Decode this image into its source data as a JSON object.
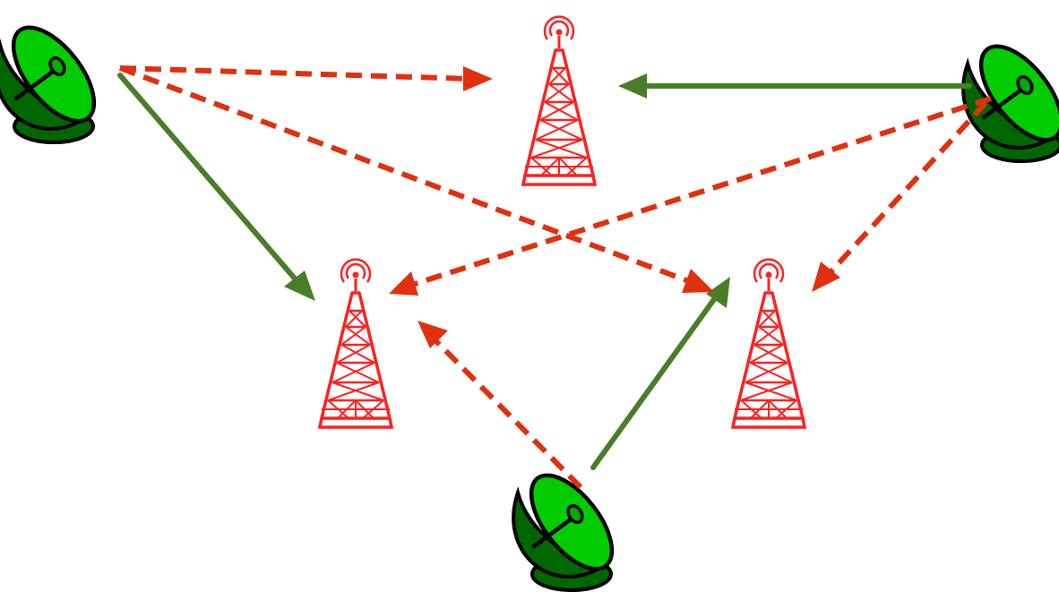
{
  "colors": {
    "background": "#ffffff",
    "dish_fill": "#00cc00",
    "dish_dark": "#006600",
    "dish_outline": "#000000",
    "tower": "#ff2020",
    "solid_link": "#4a7d2a",
    "dashed_link": "#e03010"
  },
  "icons": {
    "dish": "satellite-dish-icon",
    "tower": "radio-tower-icon"
  },
  "nodes": {
    "dishes": [
      "dish-top-left",
      "dish-top-right",
      "dish-bottom"
    ],
    "towers": [
      "tower-top",
      "tower-left",
      "tower-right"
    ]
  },
  "links": [
    {
      "from": "dish-top-left",
      "to": "tower-top",
      "style": "dashed"
    },
    {
      "from": "dish-top-left",
      "to": "tower-right",
      "style": "dashed"
    },
    {
      "from": "dish-top-left",
      "to": "tower-left",
      "style": "solid"
    },
    {
      "from": "dish-top-right",
      "to": "tower-top",
      "style": "solid"
    },
    {
      "from": "dish-top-right",
      "to": "tower-left",
      "style": "dashed"
    },
    {
      "from": "dish-top-right",
      "to": "tower-right",
      "style": "dashed"
    },
    {
      "from": "dish-bottom",
      "to": "tower-left",
      "style": "dashed"
    },
    {
      "from": "dish-bottom",
      "to": "tower-right",
      "style": "solid"
    }
  ]
}
